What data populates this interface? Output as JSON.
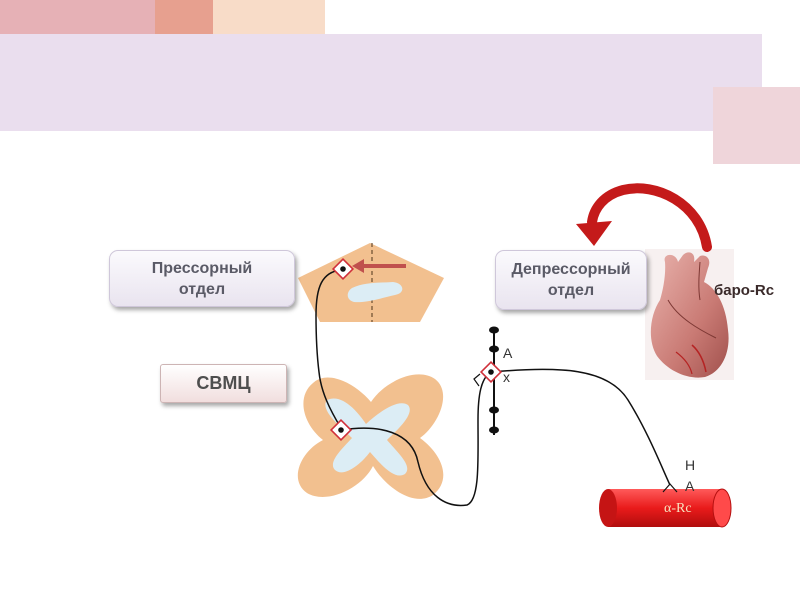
{
  "boxes": {
    "pressor": "Прессорный отдел",
    "depressor": "Депрессорный отдел",
    "svmc": "СВМЦ"
  },
  "labels": {
    "baro_rc": "баро-Rc",
    "ach_a": "А",
    "ach_x": "х",
    "na_n": "Н",
    "na_a": "А",
    "alpha_rc": "α-Rc"
  },
  "icons": {
    "heart": "heart-aorta-icon",
    "vessel": "blood-vessel-icon",
    "arrow": "curved-arrow-icon"
  },
  "colors": {
    "brain_tissue": "#f2c08f",
    "grey_matter": "#dcedf5",
    "arrow_red": "#c41a1a",
    "vessel_red": "#e91b1b"
  }
}
